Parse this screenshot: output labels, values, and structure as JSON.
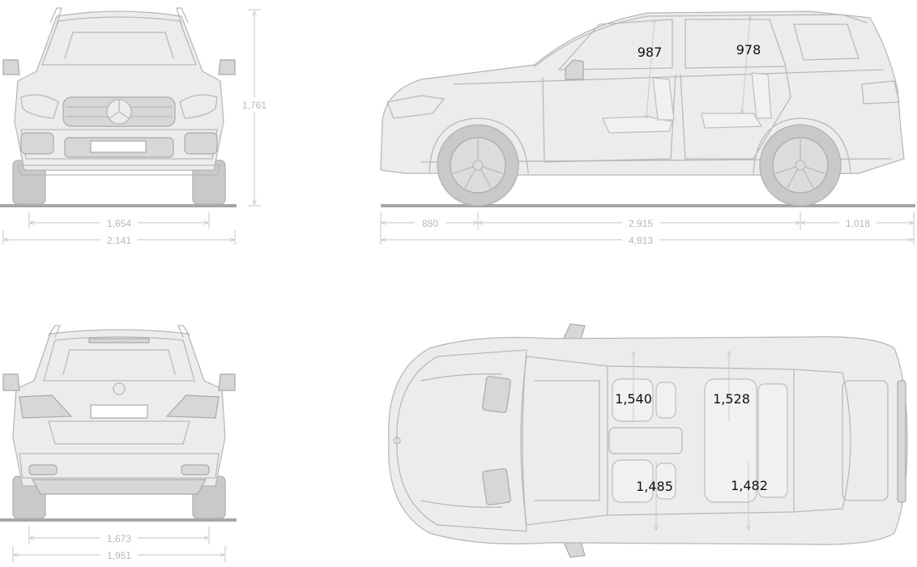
{
  "front_view": {
    "height": "1,761",
    "front_track": "1,654",
    "overall_width": "2,141"
  },
  "side_view": {
    "front_headroom": "987",
    "rear_headroom": "978",
    "front_overhang": "880",
    "wheelbase": "2,915",
    "rear_overhang": "1,018",
    "overall_length": "4,813"
  },
  "rear_view": {
    "rear_track": "1,673",
    "width_without_mirrors": "1,951"
  },
  "top_view": {
    "front_shoulder_width": "1,540",
    "rear_shoulder_width": "1,528",
    "front_hip_width": "1,485",
    "rear_hip_width": "1,482"
  },
  "colors": {
    "line": "#b9b9b9",
    "ground": "#a6a6a6",
    "dimension_text": "#b7b7b7",
    "interior_text": "#111111"
  }
}
